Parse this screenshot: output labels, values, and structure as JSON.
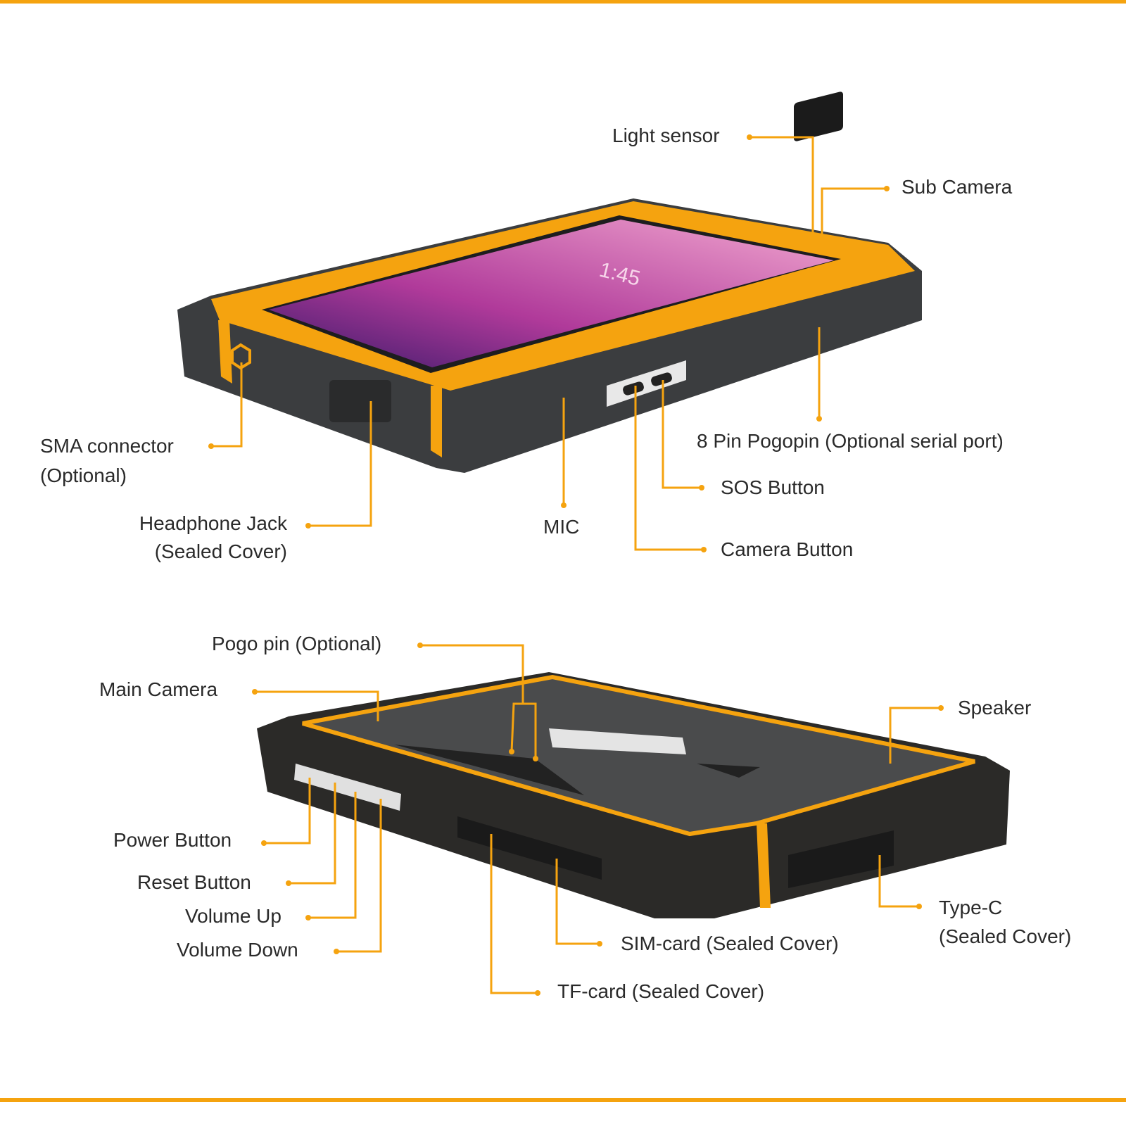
{
  "accent_color": "#f5a30f",
  "screen_clock": "1:45",
  "top_view_labels": {
    "light_sensor": "Light sensor",
    "sub_camera": "Sub Camera",
    "sma_connector": "SMA connector",
    "sma_connector_note": "(Optional)",
    "headphone_jack": "Headphone Jack",
    "headphone_jack_note": "(Sealed Cover)",
    "mic": "MIC",
    "pogopin_8": "8 Pin Pogopin (Optional serial port)",
    "sos_button": "SOS Button",
    "camera_button": "Camera Button"
  },
  "bottom_view_labels": {
    "pogo_pin": "Pogo pin (Optional)",
    "main_camera": "Main Camera",
    "speaker": "Speaker",
    "power_button": "Power Button",
    "reset_button": "Reset Button",
    "volume_up": "Volume Up",
    "volume_down": "Volume Down",
    "sim_card": "SIM-card (Sealed Cover)",
    "tf_card": "TF-card (Sealed Cover)",
    "type_c": "Type-C",
    "type_c_note": "(Sealed Cover)"
  }
}
